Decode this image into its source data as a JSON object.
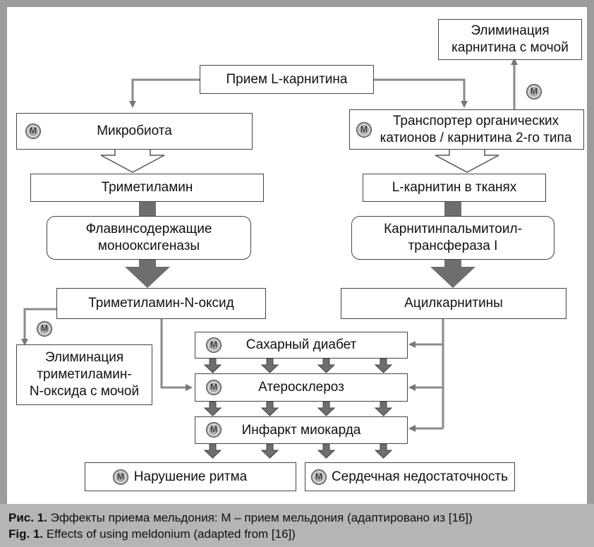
{
  "nodes": {
    "intake": "Прием L-карнитина",
    "elim_carnitine": [
      "Элиминация",
      "карнитина с мочой"
    ],
    "microbiota": "Микробиота",
    "transporter": [
      "Транспортер органических",
      "катионов / карнитина 2-го типа"
    ],
    "trimethylamine": "Триметиламин",
    "lcarnitine_tissue": "L-карнитин в тканях",
    "fmo": [
      "Флавинсодержащие",
      "монооксигеназы"
    ],
    "cpt": [
      "Карнитинпальмитоил-",
      "трансфераза I"
    ],
    "tmao": "Триметиламин-N-оксид",
    "acylcarnitines": "Ацилкарнитины",
    "elim_tmao": [
      "Элиминация",
      "триметиламин-",
      "N-оксида с мочой"
    ],
    "diabetes": "Сахарный диабет",
    "atherosclerosis": "Атеросклероз",
    "infarction": "Инфаркт миокарда",
    "arrhythmia": "Нарушение ритма",
    "heart_failure": "Сердечная недостаточность"
  },
  "marker_letter": "M",
  "caption": {
    "ru_prefix": "Рис. 1.",
    "ru_text": " Эффекты приема мельдония: М – прием мельдония (адаптировано из [16])",
    "en_prefix": "Fig. 1.",
    "en_text": " Effects of using meldonium (adapted from [16])"
  }
}
